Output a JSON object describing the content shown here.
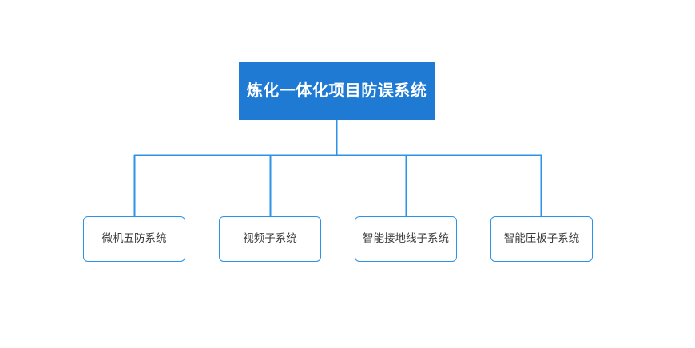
{
  "diagram": {
    "type": "org-chart",
    "orientation": "top-down",
    "background_color": "#ffffff",
    "connector_color": "#2b93e8",
    "root": {
      "label": "炼化一体化项目防误系统",
      "fill_color": "#1f7ad4",
      "text_color": "#ffffff"
    },
    "children": [
      {
        "label": "微机五防系统",
        "fill_color": "#ffffff",
        "border_color": "#2b93e8",
        "text_color": "#3b3b3b"
      },
      {
        "label": "视频子系统",
        "fill_color": "#ffffff",
        "border_color": "#2b93e8",
        "text_color": "#3b3b3b"
      },
      {
        "label": "智能接地线子系统",
        "fill_color": "#ffffff",
        "border_color": "#2b93e8",
        "text_color": "#3b3b3b"
      },
      {
        "label": "智能压板子系统",
        "fill_color": "#ffffff",
        "border_color": "#2b93e8",
        "text_color": "#3b3b3b"
      }
    ]
  }
}
